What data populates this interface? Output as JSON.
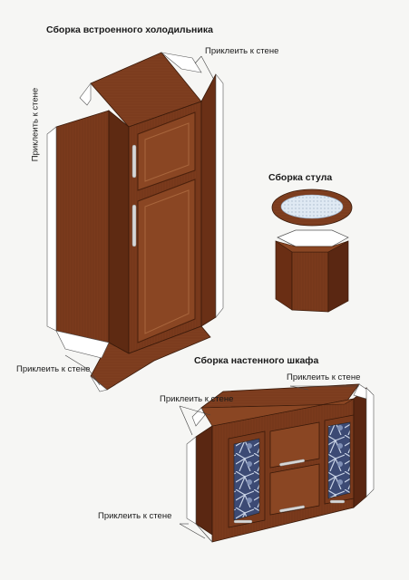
{
  "titles": {
    "fridge": "Сборка встроенного холодильника",
    "chair": "Сборка стула",
    "cabinet": "Сборка настенного шкафа"
  },
  "labels": {
    "glue": "Приклеить к стене"
  },
  "colors": {
    "wood_dark": "#5a2712",
    "wood": "#7a3a1c",
    "wood_light": "#9a5530",
    "cushion": "#d9e6f2",
    "glass": "#3f4f78",
    "handle": "#d8d8d8"
  }
}
